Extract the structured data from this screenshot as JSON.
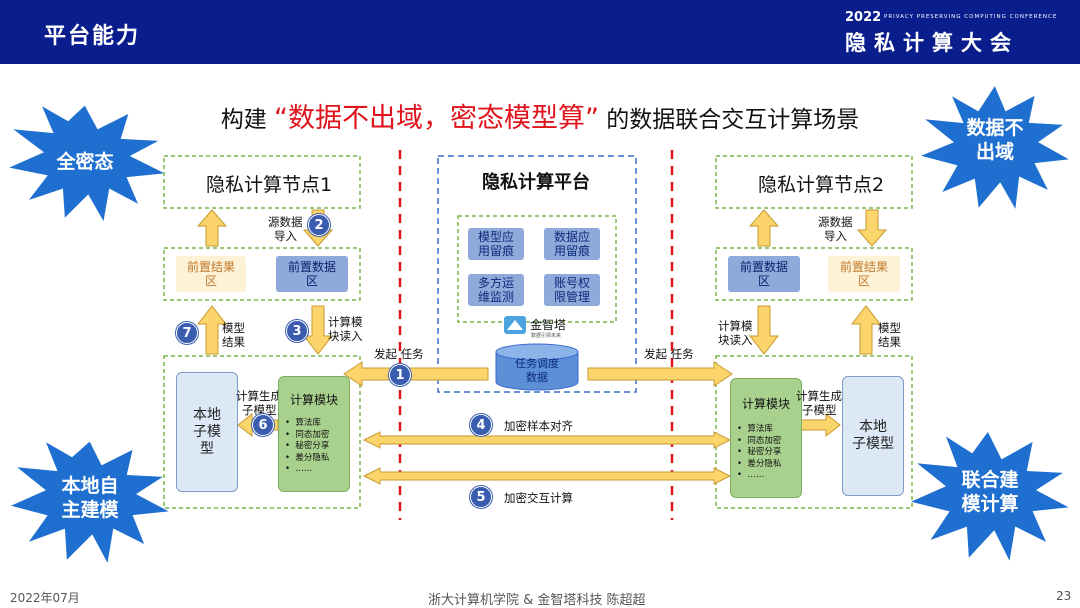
{
  "header": {
    "title": "平台能力",
    "conference_year": "2022",
    "conference_subtitle": "PRIVACY PRESERVING COMPUTING CONFERENCE",
    "conference_name": "隐私计算大会"
  },
  "headline": {
    "prefix": "构建",
    "highlight": "“数据不出域，密态模型算”",
    "suffix": "的数据联合交互计算场景"
  },
  "bursts": {
    "top_left": "全密态",
    "top_right_1": "数据不",
    "top_right_2": "出域",
    "bottom_left_1": "本地自",
    "bottom_left_2": "主建模",
    "bottom_right_1": "联合建",
    "bottom_right_2": "模计算"
  },
  "node1": {
    "title": "隐私计算节点1",
    "source_import": [
      "源数据",
      "导入"
    ],
    "pre_result_zone": [
      "前置结果",
      "区"
    ],
    "pre_data_zone": [
      "前置数据",
      "区"
    ],
    "model_result": [
      "模型",
      "结果"
    ],
    "calc_module_read": [
      "计算模",
      "块读入"
    ],
    "local_model": [
      "本地",
      "子模",
      "型"
    ],
    "calc_generate": [
      "计算生成",
      "子模型"
    ],
    "calc_module": "计算模块",
    "calc_items": [
      "算法库",
      "同态加密",
      "秘密分享",
      "差分隐私",
      "……"
    ]
  },
  "node2": {
    "title": "隐私计算节点2",
    "source_import": [
      "源数据",
      "导入"
    ],
    "pre_data_zone": [
      "前置数据",
      "区"
    ],
    "pre_result_zone": [
      "前置结果",
      "区"
    ],
    "calc_module_read": [
      "计算模",
      "块读入"
    ],
    "model_result": [
      "模型",
      "结果"
    ],
    "calc_module": "计算模块",
    "calc_generate": [
      "计算生成",
      "子模型"
    ],
    "local_model": [
      "本地",
      "子模型"
    ],
    "calc_items": [
      "算法库",
      "同态加密",
      "秘密分享",
      "差分隐私",
      "……"
    ]
  },
  "platform": {
    "title": "隐私计算平台",
    "boxes": [
      [
        "模型应",
        "用留痕"
      ],
      [
        "数据应",
        "用留痕"
      ],
      [
        "多方运",
        "维监测"
      ],
      [
        "账号权",
        "限管理"
      ]
    ],
    "logo_name": "金智塔",
    "logo_sub": "数据引领未来",
    "scheduler": [
      "任务调度",
      "数据"
    ]
  },
  "flows": {
    "dispatch_left": "发起  任务",
    "dispatch_right": "发起  任务",
    "step4": "加密样本对齐",
    "step5": "加密交互计算"
  },
  "steps": [
    "1",
    "2",
    "3",
    "4",
    "5",
    "6",
    "7"
  ],
  "footer": {
    "date": "2022年07月",
    "center": "浙大计算机学院 & 金智塔科技 陈超超",
    "page": "23"
  },
  "colors": {
    "header_bg": "#0a1d8c",
    "highlight_red": "#e0141c",
    "burst_blue": "#1e6fd0",
    "arrow_yellow": "#fbd46b",
    "dash_green": "#7ab648",
    "dash_blue": "#3a6bd0",
    "dash_red": "#e0141c"
  }
}
